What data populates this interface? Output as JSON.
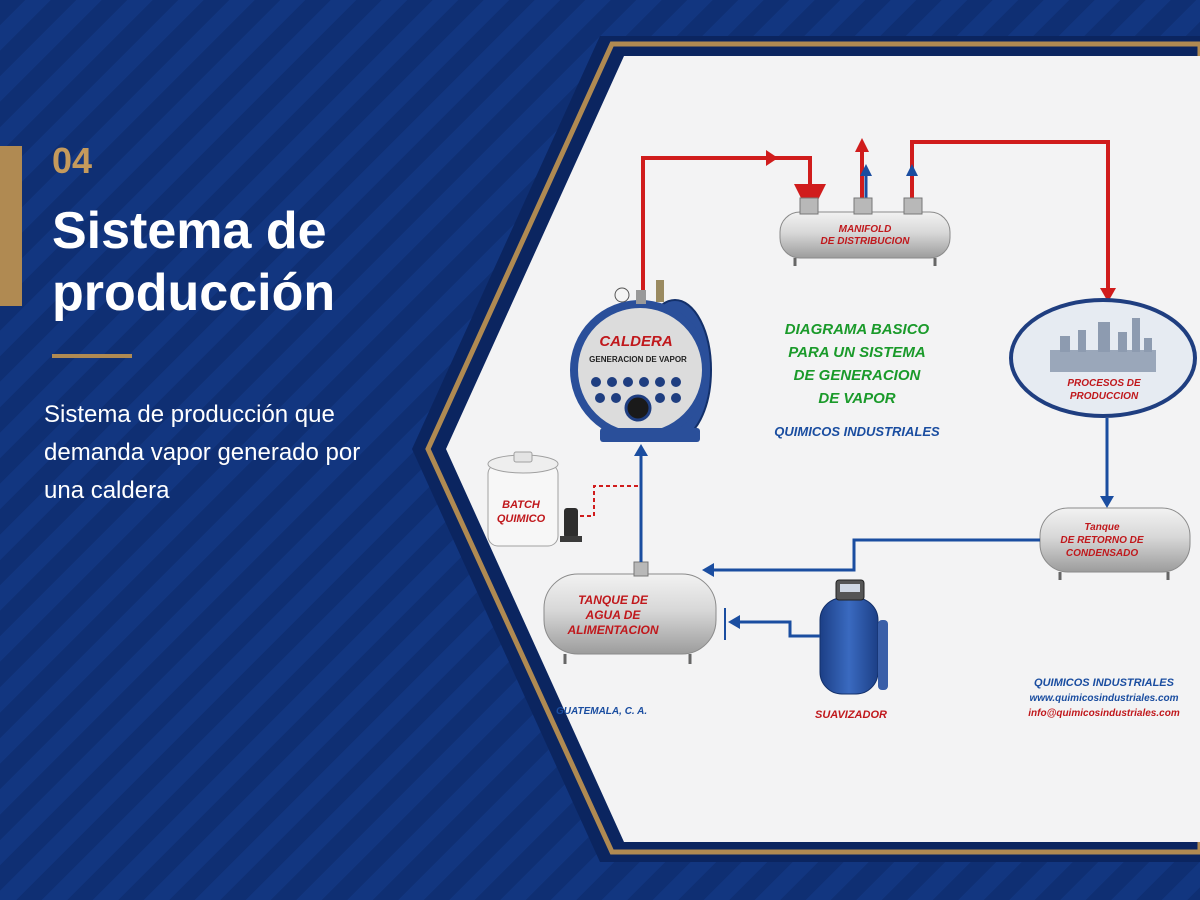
{
  "slide": {
    "number": "04",
    "title": "Sistema de producción",
    "subtitle": "Sistema de producción que demanda vapor generado por una caldera"
  },
  "diagram": {
    "caldera_title": "CALDERA",
    "caldera_sub": "GENERACION DE VAPOR",
    "manifold_line1": "MANIFOLD",
    "manifold_line2": "DE DISTRIBUCION",
    "procesos_line1": "PROCESOS DE",
    "procesos_line2": "PRODUCCION",
    "center_title_1": "DIAGRAMA BASICO",
    "center_title_2": "PARA UN SISTEMA",
    "center_title_3": "DE GENERACION",
    "center_title_4": "DE VAPOR",
    "center_company": "QUIMICOS INDUSTRIALES",
    "batch_line1": "BATCH",
    "batch_line2": "QUIMICO",
    "retorno_line1": "Tanque",
    "retorno_line2": "DE RETORNO DE",
    "retorno_line3": "CONDENSADO",
    "agua_line1": "TANQUE DE",
    "agua_line2": "AGUA  DE",
    "agua_line3": "ALIMENTACION",
    "suavizador": "SUAVIZADOR",
    "location": "GUATEMALA, C. A.",
    "footer_company": "QUIMICOS INDUSTRIALES",
    "footer_web": "www.quimicosindustriales.com",
    "footer_email": "info@quimicosindustriales.com"
  },
  "colors": {
    "background": "#0f2f73",
    "accent_gold": "#b08a52",
    "steam_red": "#d01c1c",
    "water_blue": "#1a4da0",
    "title_green": "#1a9a2a"
  }
}
